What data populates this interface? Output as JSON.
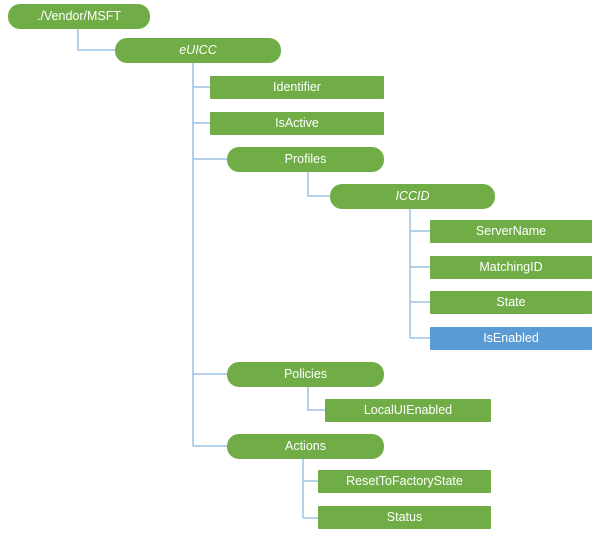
{
  "diagram": {
    "type": "tree",
    "nodes": {
      "root": "./Vendor/MSFT",
      "euicc": "eUICC",
      "identifier": "Identifier",
      "isactive": "IsActive",
      "profiles": "Profiles",
      "iccid": "ICCID",
      "servername": "ServerName",
      "matchingid": "MatchingID",
      "state": "State",
      "isenabled": "IsEnabled",
      "policies": "Policies",
      "localuienabled": "LocalUIEnabled",
      "actions": "Actions",
      "resettofactorystate": "ResetToFactoryState",
      "status": "Status"
    },
    "hierarchy": {
      "./Vendor/MSFT": {
        "eUICC": {
          "Identifier": {},
          "IsActive": {},
          "Profiles": {
            "ICCID": {
              "ServerName": {},
              "MatchingID": {},
              "State": {},
              "IsEnabled": {}
            }
          },
          "Policies": {
            "LocalUIEnabled": {}
          },
          "Actions": {
            "ResetToFactoryState": {},
            "Status": {}
          }
        }
      }
    },
    "colors": {
      "node_green": "#70AD47",
      "node_blue": "#5B9BD5",
      "connector": "#9CC2E5",
      "text": "#FFFFFF"
    }
  }
}
